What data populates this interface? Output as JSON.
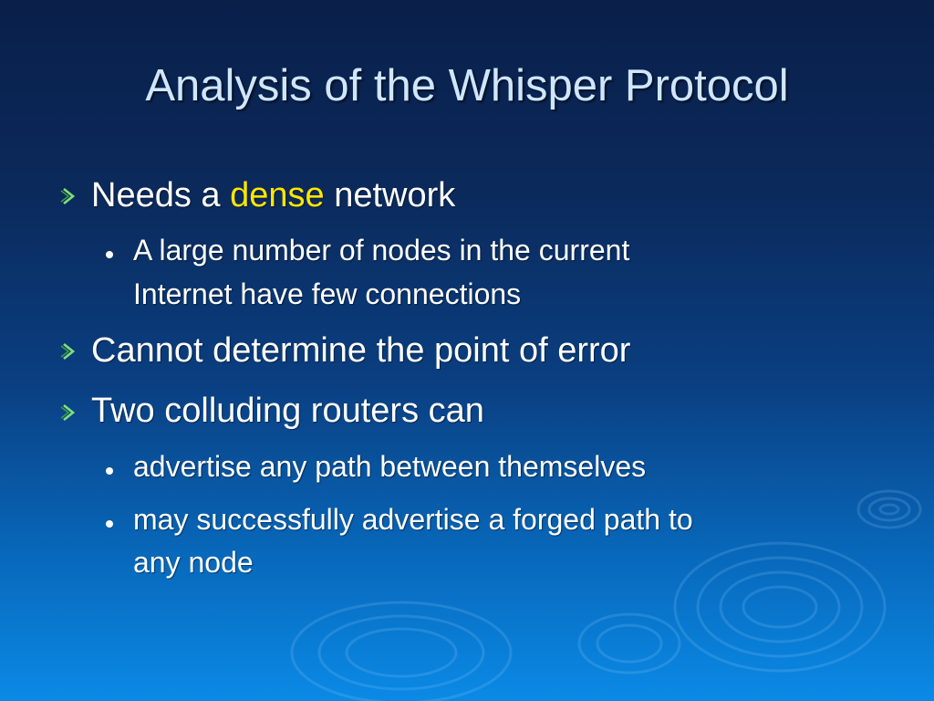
{
  "slide": {
    "title": "Analysis of the Whisper Protocol",
    "bullets": [
      {
        "pre": "Needs a ",
        "highlight": "dense",
        "post": " network",
        "sub": [
          {
            "line1": "A large number of nodes in the current",
            "line2": "Internet have few connections"
          }
        ]
      },
      {
        "text": "Cannot determine the point of error"
      },
      {
        "text": "Two colluding routers can",
        "sub": [
          {
            "line1": "advertise any path between themselves"
          },
          {
            "line1": "may successfully advertise a forged path to",
            "line2": "any node"
          }
        ]
      }
    ]
  },
  "colors": {
    "title": "#cfe6ff",
    "text": "#ffffff",
    "highlight": "#ffe600",
    "arrow": "#7fe07a"
  },
  "icons": {
    "level1_bullet": "chevron-arrow-icon",
    "level2_bullet": "dot-icon"
  }
}
